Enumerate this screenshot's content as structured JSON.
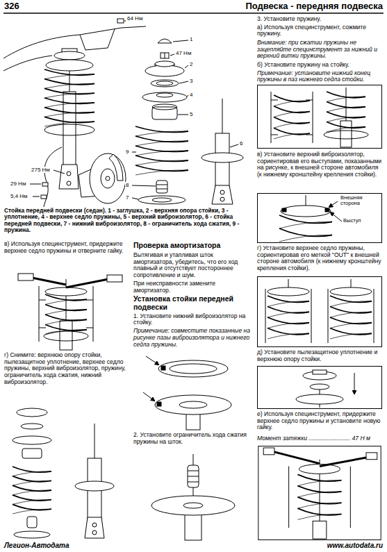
{
  "diagram": {
    "title": "Подвеска - передняя подвеска",
    "caption": "Стойка передней подвески (седан). 1 - заглушка, 2 - верхняя опора стойки, 3 - уплотнение, 4 - верхнее седло пружины, 5 - верхний виброизолятор, 6 - стойка передней подвески, 7 - нижний виброизолятор, 8 - ограничитель хода сжатия, 9 - пружина.",
    "labels": [
      "326",
      "64 Нм",
      "1",
      "47 Нм",
      "2",
      "3",
      "4",
      "5",
      "9",
      "275 Нм",
      "29 Нм",
      "6",
      "5,4 Нм",
      "8",
      "7",
      "3. Установите пружину.",
      "а) Используя специнструмент, сожмите пружину.",
      "Внимание: при сжатии пружины не зацепляйте специнструмент за нижний и верхний витки пружины.",
      "б) Установите пружину на стойку.",
      "Примечание: установите нижний конец пружины в паз нижнего седла стойки.",
      "в) Установите верхний виброизолятор, сориентировав его выступами, показанными на рисунке, к внешней стороне автомобиля (к нижнему кронштейну крепления стойки).",
      "Внешняя сторона",
      "Выступ",
      "г) Установите верхнее седло пружины, сориентировав его меткой \"OUT\" к внешней стороне автомобиля (к нижнему кронштейну крепления стойки).",
      "д) Установите пылезащитное уплотнение и верхнюю опору стойки.",
      "е) Используя специнструмент, придержите верхнее седло пружины и установите новую гайку.",
      "Момент затяжки ......................... 47 Н м",
      "в) Используя специнструмент, придержите верхнее седло пружины и отверните гайку.",
      "г) Снимите: верхнюю опору стойки, пылезащитное уплотнение, верхнее седло пружины, верхний виброизолятор, пружину, ограничитель хода сжатия, нижний виброизолятор.",
      "Проверка амортизатора",
      "Вытягивая и утапливая шток амортизатора, убедитесь, что его ход плавный и отсутствует постороннее сопротивление и шум.",
      "При неисправности замените амортизатор.",
      "Установка стойки передней подвески",
      "1. Установите нижний виброизолятор на стойку.",
      "Примечание: совместите показанные на рисунке пазы виброизолятора и нижнего седла пружины.",
      "2. Установите ограничитель хода сжатия пружины на шток.",
      "Легион-Автодата",
      "www.autodata.ru"
    ]
  }
}
